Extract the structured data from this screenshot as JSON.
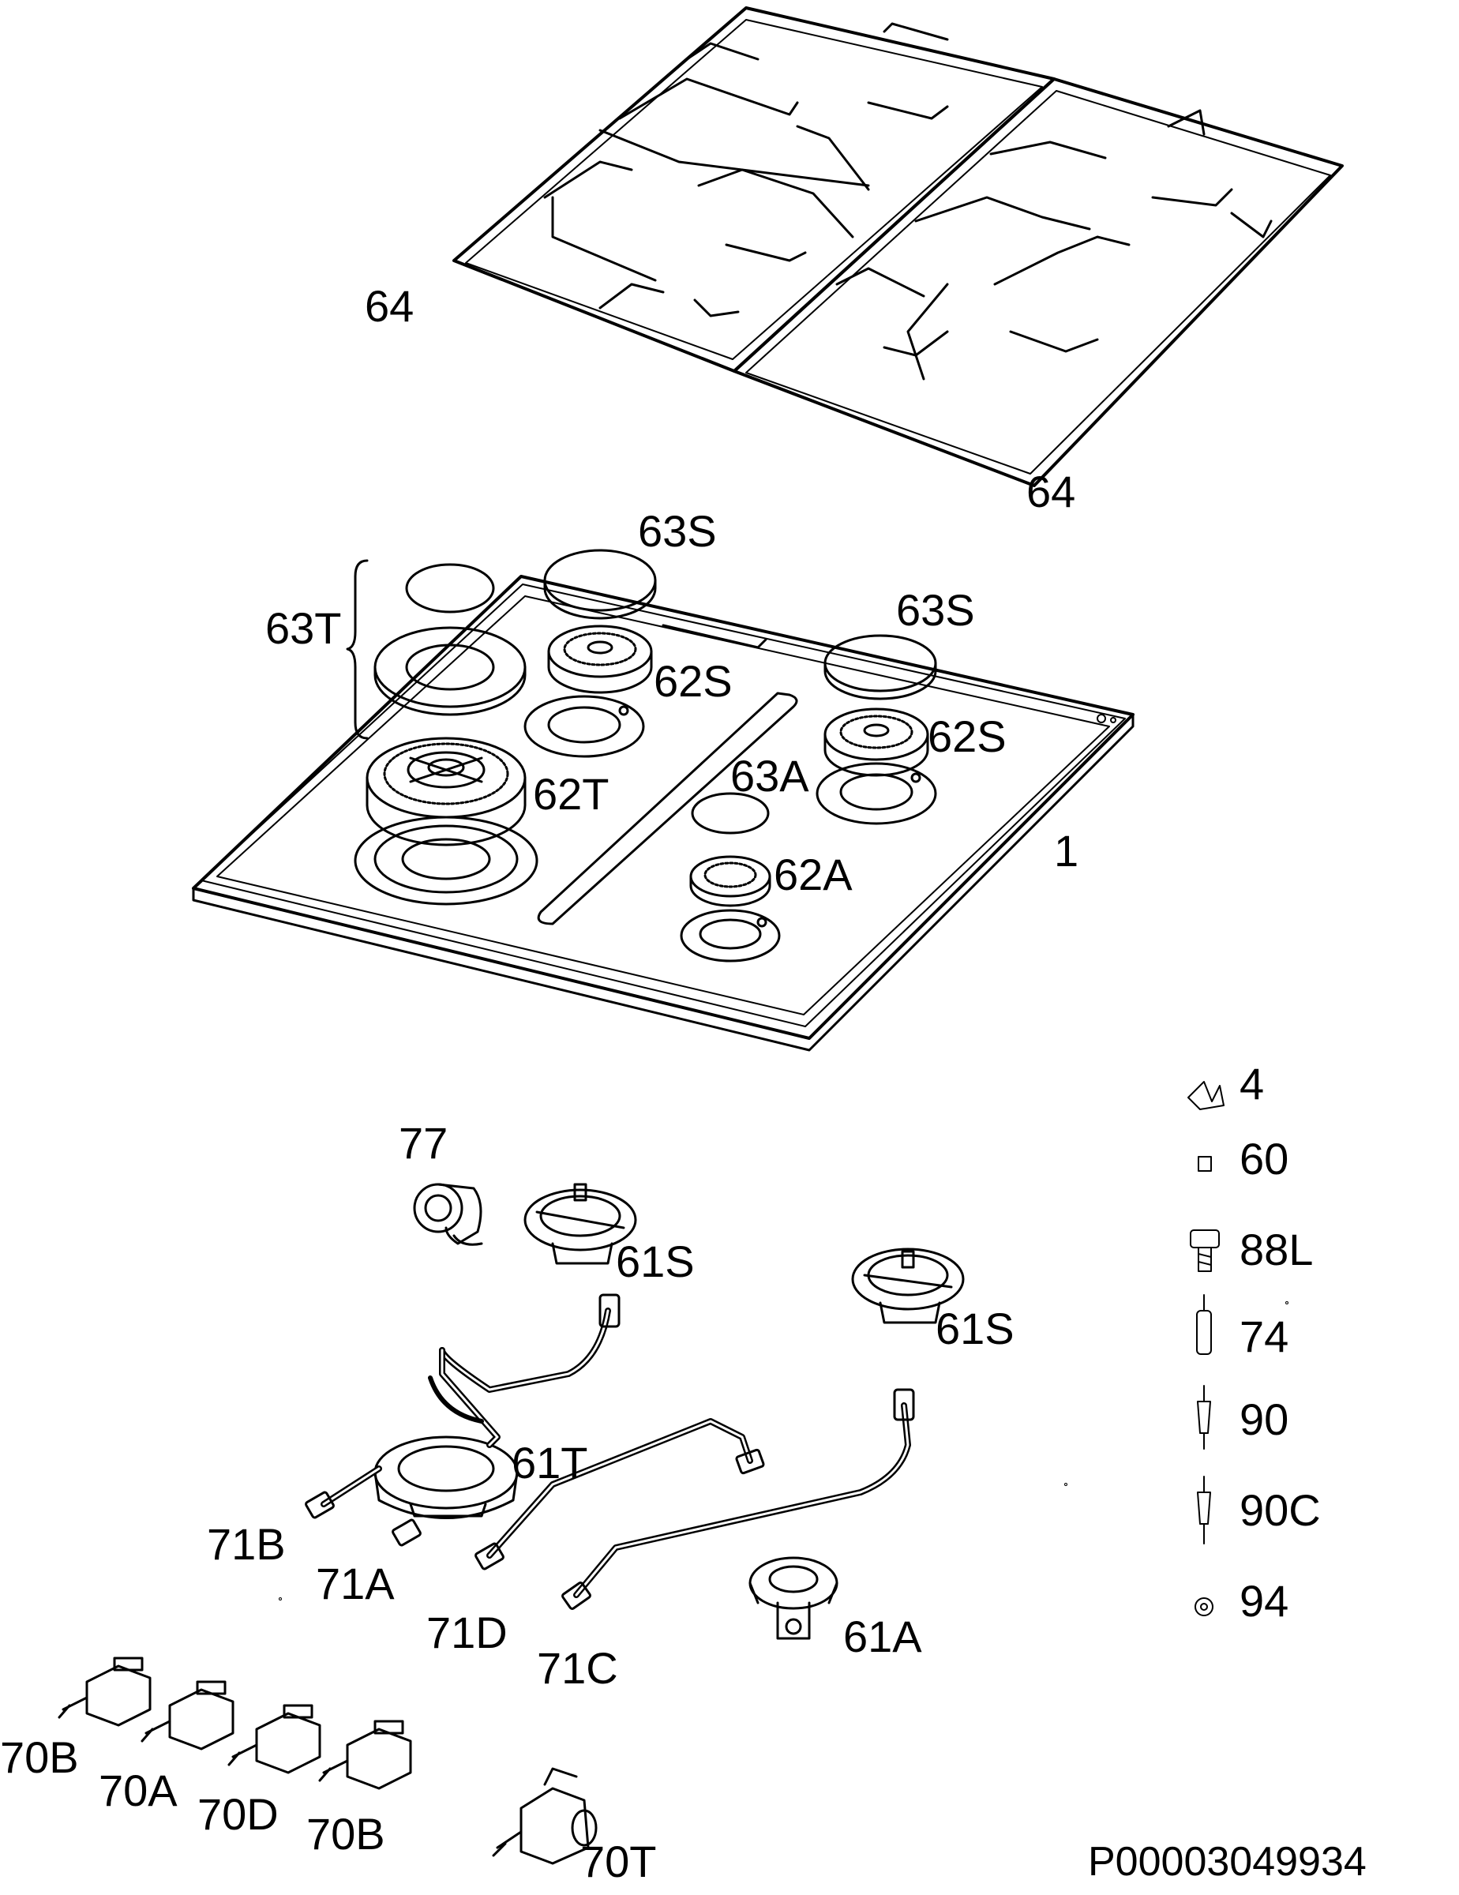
{
  "labels": {
    "grid_left": "64",
    "grid_right": "64",
    "cap_top_right": "63S",
    "cap_mid_right": "63S",
    "cap_triple": "63T",
    "crown_top": "62S",
    "crown_right": "62S",
    "crown_triple": "62T",
    "cap_aux": "63A",
    "crown_aux": "62A",
    "hob_top": "1",
    "side_4": "4",
    "side_60": "60",
    "side_88L": "88L",
    "side_74": "74",
    "side_90": "90",
    "side_90C": "90C",
    "side_94": "94",
    "part_77": "77",
    "burner_61S_a": "61S",
    "burner_61S_b": "61S",
    "burner_61T": "61T",
    "burner_61A": "61A",
    "pipe_71B": "71B",
    "pipe_71A": "71A",
    "pipe_71D": "71D",
    "pipe_71C": "71C",
    "valve_70B_a": "70B",
    "valve_70A": "70A",
    "valve_70D": "70D",
    "valve_70B_b": "70B",
    "valve_70T": "70T"
  },
  "document_code": "P00003049934"
}
